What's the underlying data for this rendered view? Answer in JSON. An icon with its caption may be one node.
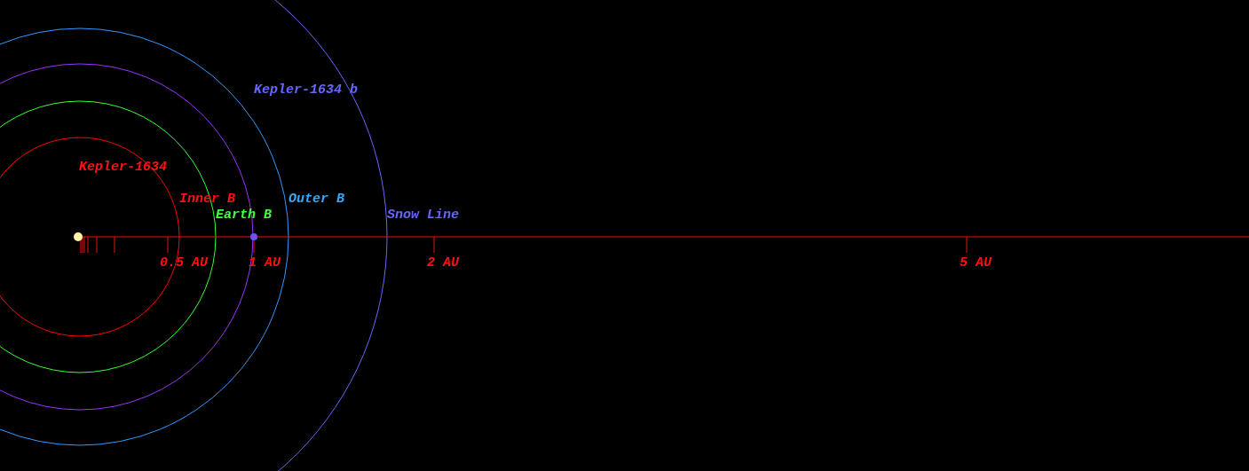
{
  "diagram": {
    "labels": [
      "Kepler-1634 b",
      "Kepler-1634",
      "Inner B",
      "Outer B",
      "Earth B",
      "Snow Line",
      "0.5 AU",
      "1 AU",
      "2 AU",
      "5 AU"
    ]
  }
}
